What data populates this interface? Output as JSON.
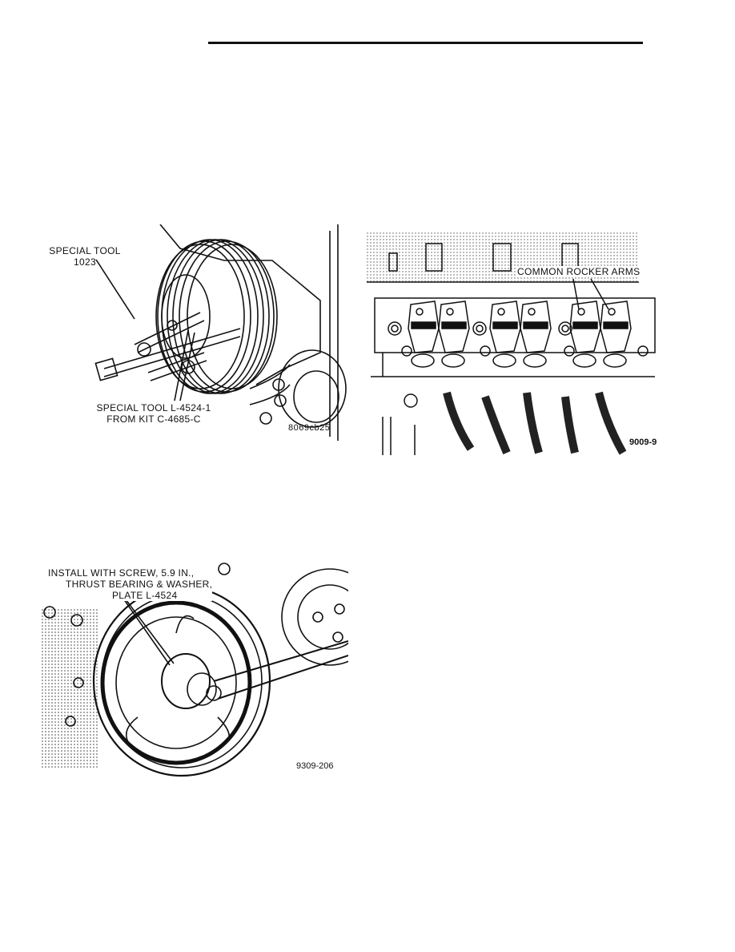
{
  "figure1": {
    "label_tool_a": [
      "SPECIAL TOOL",
      "1023"
    ],
    "label_tool_b": [
      "SPECIAL TOOL L-4524-1",
      "FROM KIT C-4685-C"
    ],
    "code": "8069cb25"
  },
  "figure2": {
    "callout": "COMMON ROCKER ARMS",
    "code": "9009-9"
  },
  "figure3": {
    "callout": [
      "INSTALL WITH SCREW, 5.9 IN.,",
      "THRUST BEARING & WASHER,",
      "PLATE L-4524"
    ],
    "code": "9309-206"
  }
}
